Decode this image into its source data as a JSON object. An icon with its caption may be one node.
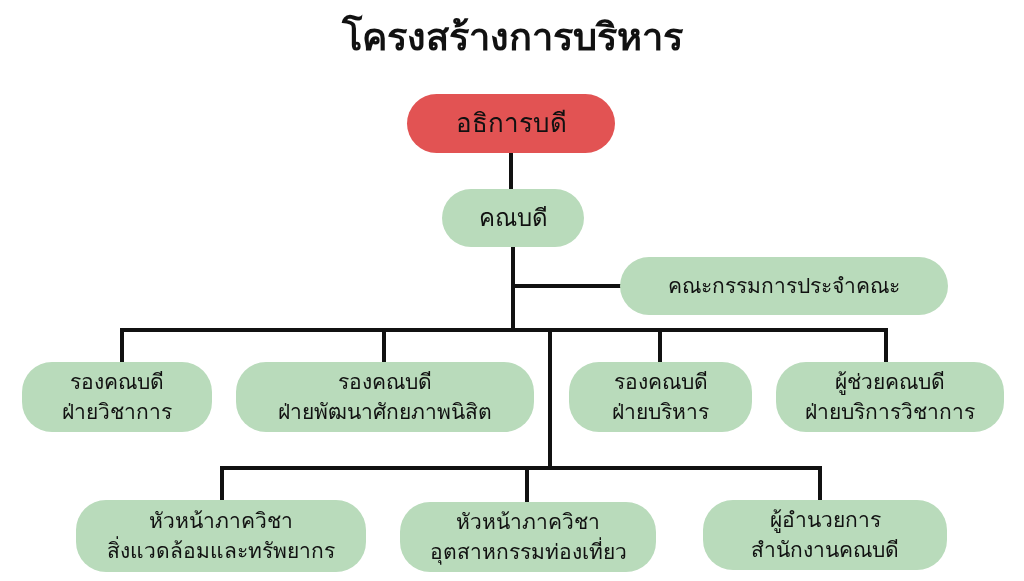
{
  "diagram": {
    "title": "โครงสร้างการบริหาร",
    "nodes": [
      {
        "text": [
          "อธิการบดี"
        ]
      },
      {
        "text": [
          "คณบดี"
        ]
      },
      {
        "text": [
          "คณะกรรมการประจำคณะ"
        ]
      },
      {
        "text": [
          "รองคณบดี ฝ่ายวิชาการ"
        ]
      },
      {
        "text": [
          "รองคณบดี ฝ่ายพัฒนาศักยภาพนิสิต"
        ]
      },
      {
        "text": [
          "รองคณบดี ฝ่ายบริหาร"
        ]
      },
      {
        "text": [
          "ผู้ช่วยคณบดี ฝ่ายบริการวิชาการ"
        ]
      },
      {
        "text": [
          "หัวหน้าภาควิชา สิ่งแวดล้อมและทรัพยากร"
        ]
      },
      {
        "text": [
          "หัวหน้าภาควิชา อุตสาหกรรมท่องเที่ยว"
        ]
      },
      {
        "text": [
          "ผู้อำนวยการ สำนักงานคณบดี"
        ]
      }
    ],
    "edges": [
      {
        "from": 0,
        "to": 1,
        "arrow": "none"
      },
      {
        "from": 1,
        "to": 2,
        "arrow": "none"
      },
      {
        "from": 1,
        "to": 3,
        "arrow": "none"
      },
      {
        "from": 1,
        "to": 4,
        "arrow": "none"
      },
      {
        "from": 1,
        "to": 5,
        "arrow": "none"
      },
      {
        "from": 1,
        "to": 6,
        "arrow": "none"
      },
      {
        "from": 1,
        "to": 7,
        "arrow": "none"
      },
      {
        "from": 1,
        "to": 8,
        "arrow": "none"
      },
      {
        "from": 1,
        "to": 9,
        "arrow": "none"
      }
    ]
  }
}
